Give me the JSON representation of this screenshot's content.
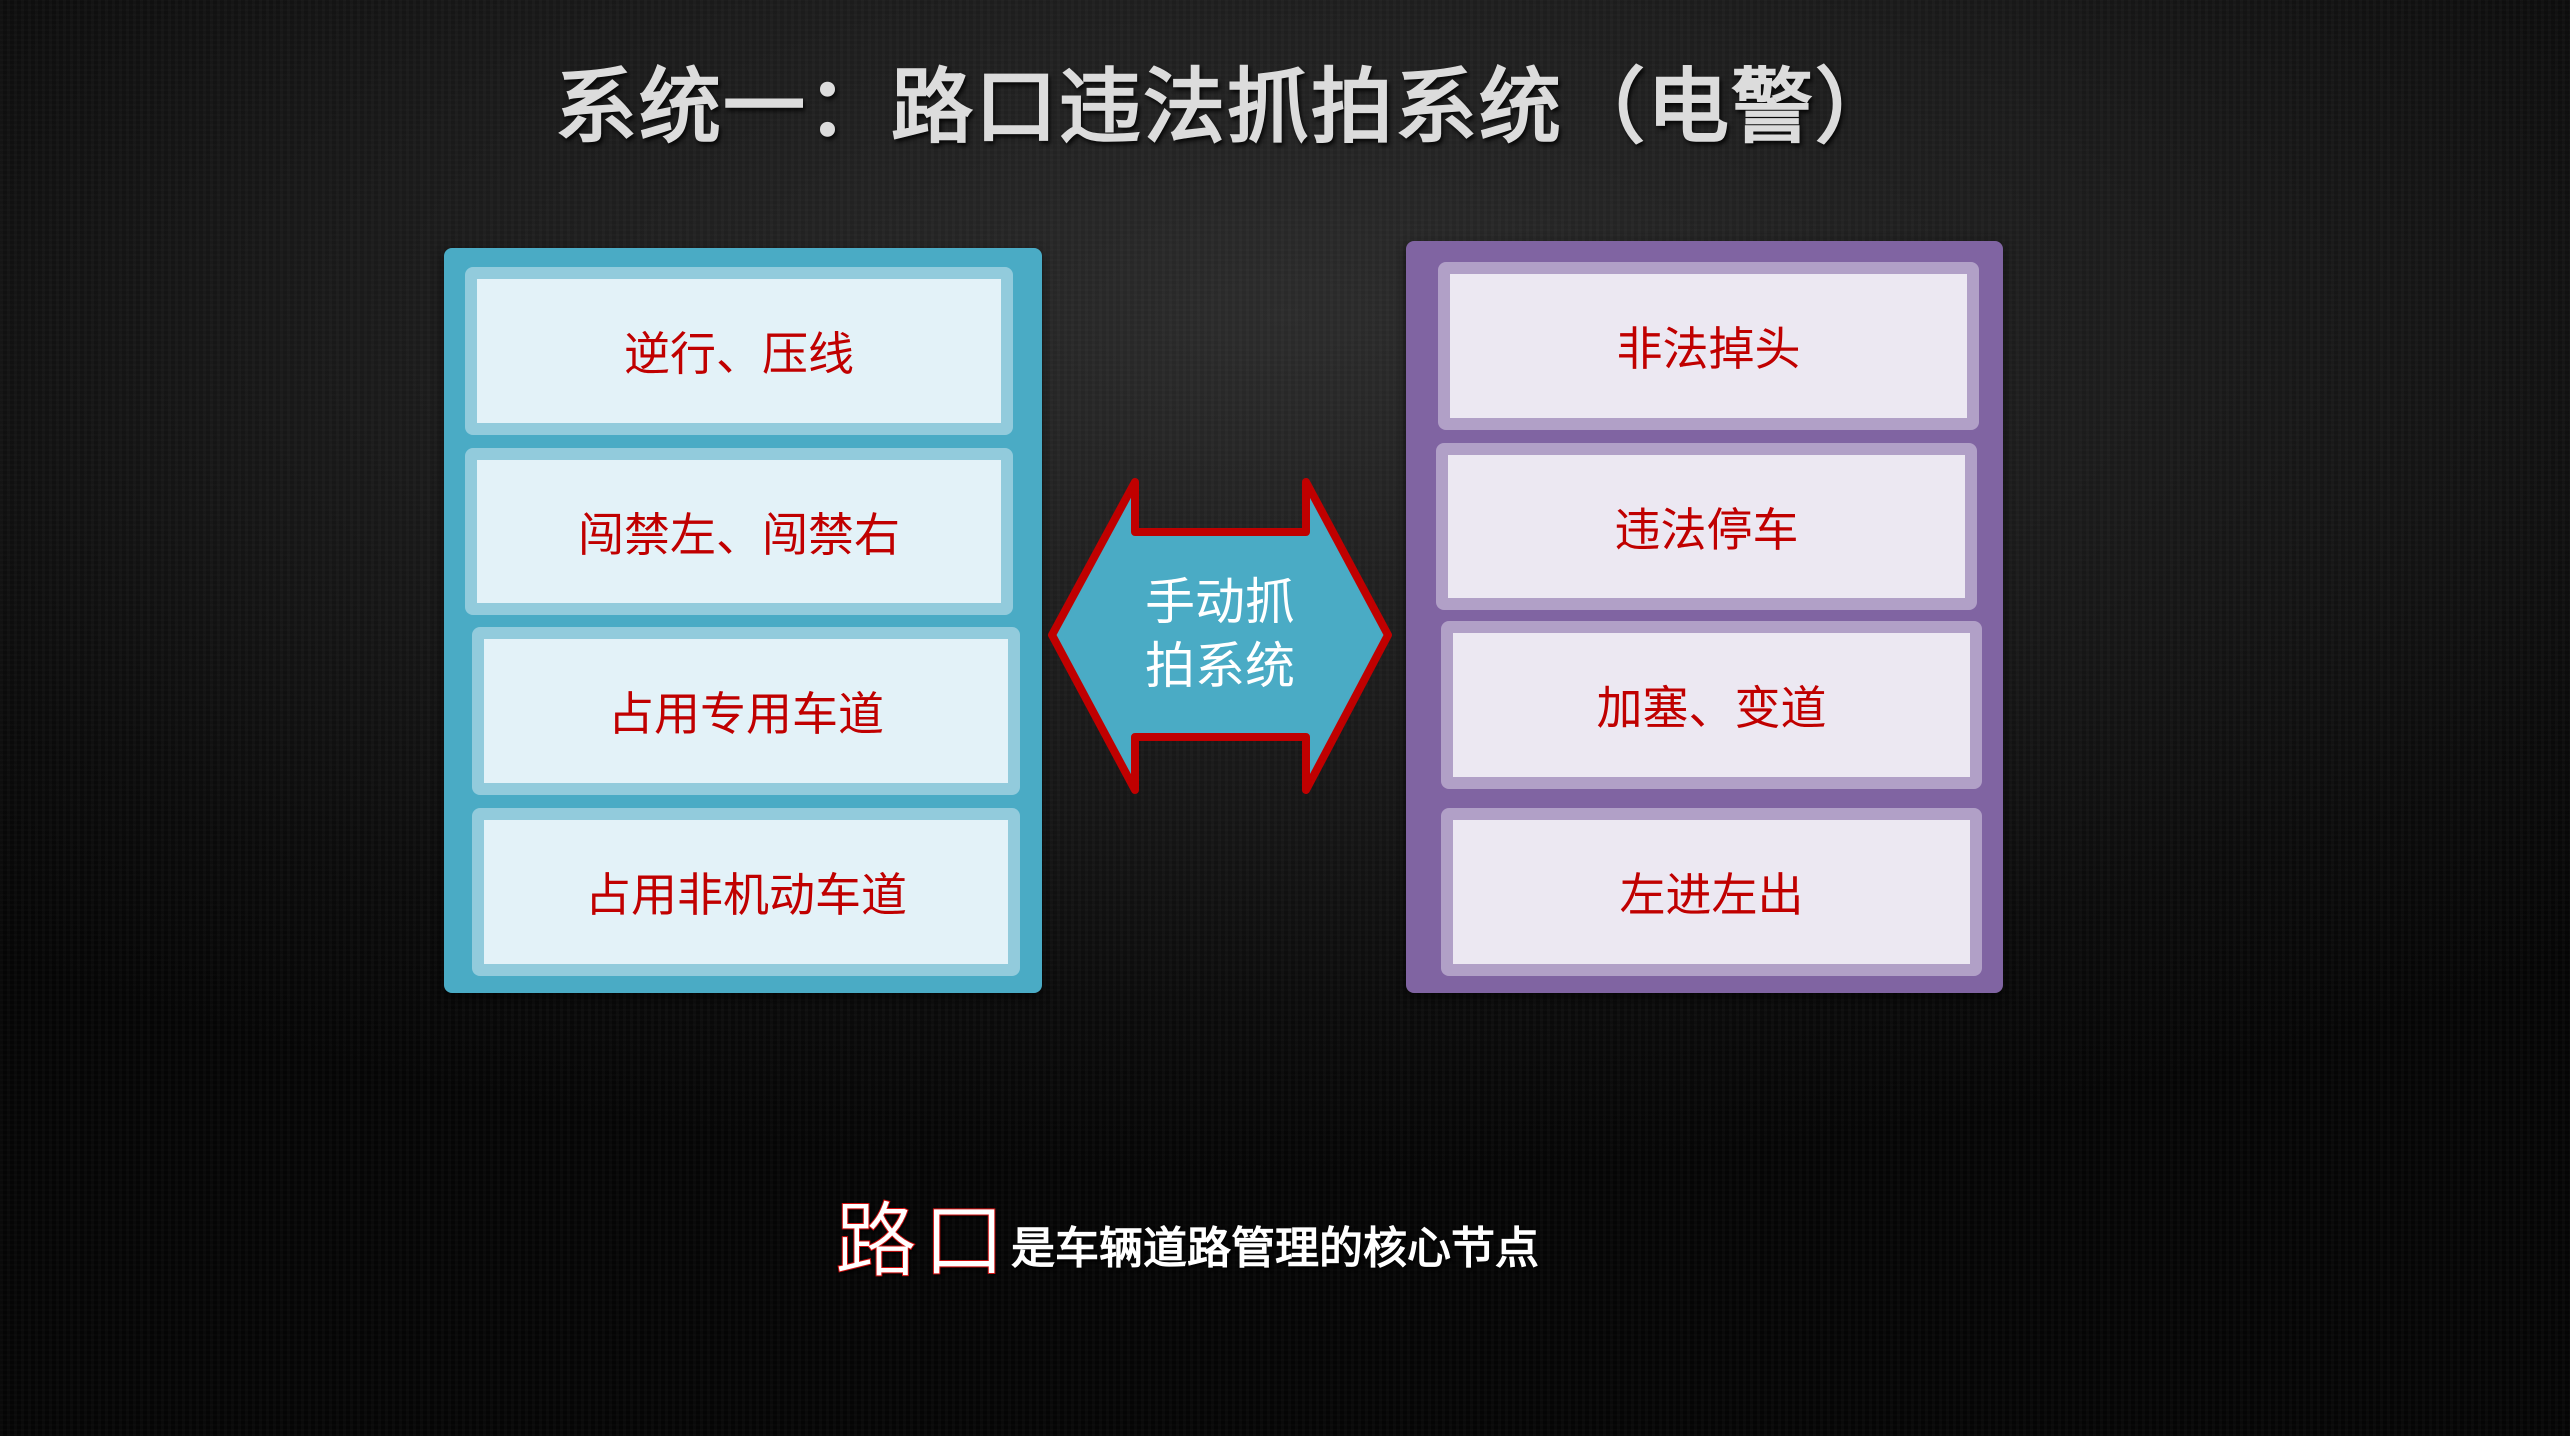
{
  "title": "系统一：路口违法抓拍系统（电警）",
  "colors": {
    "blue_panel": "#4aabc5",
    "blue_item_border": "#92cbdc",
    "blue_item_fill": "#e3f2f8",
    "purple_panel": "#8064a2",
    "purple_item_border": "#b1a0c7",
    "purple_item_fill": "#ece8f2",
    "item_text": "#c00000",
    "arrow_fill": "#4aabc5",
    "arrow_stroke": "#c00000"
  },
  "left_panel": {
    "items": [
      {
        "label": "逆行、压线"
      },
      {
        "label": "闯禁左、闯禁右"
      },
      {
        "label": "占用专用车道"
      },
      {
        "label": "占用非机动车道"
      }
    ]
  },
  "center_arrow": {
    "line1": "手动抓",
    "line2": "拍系统"
  },
  "right_panel": {
    "items": [
      {
        "label": "非法掉头"
      },
      {
        "label": "违法停车"
      },
      {
        "label": "加塞、变道"
      },
      {
        "label": "左进左出"
      }
    ]
  },
  "footer": {
    "emphasis": "路口",
    "rest": "是车辆道路管理的核心节点"
  }
}
